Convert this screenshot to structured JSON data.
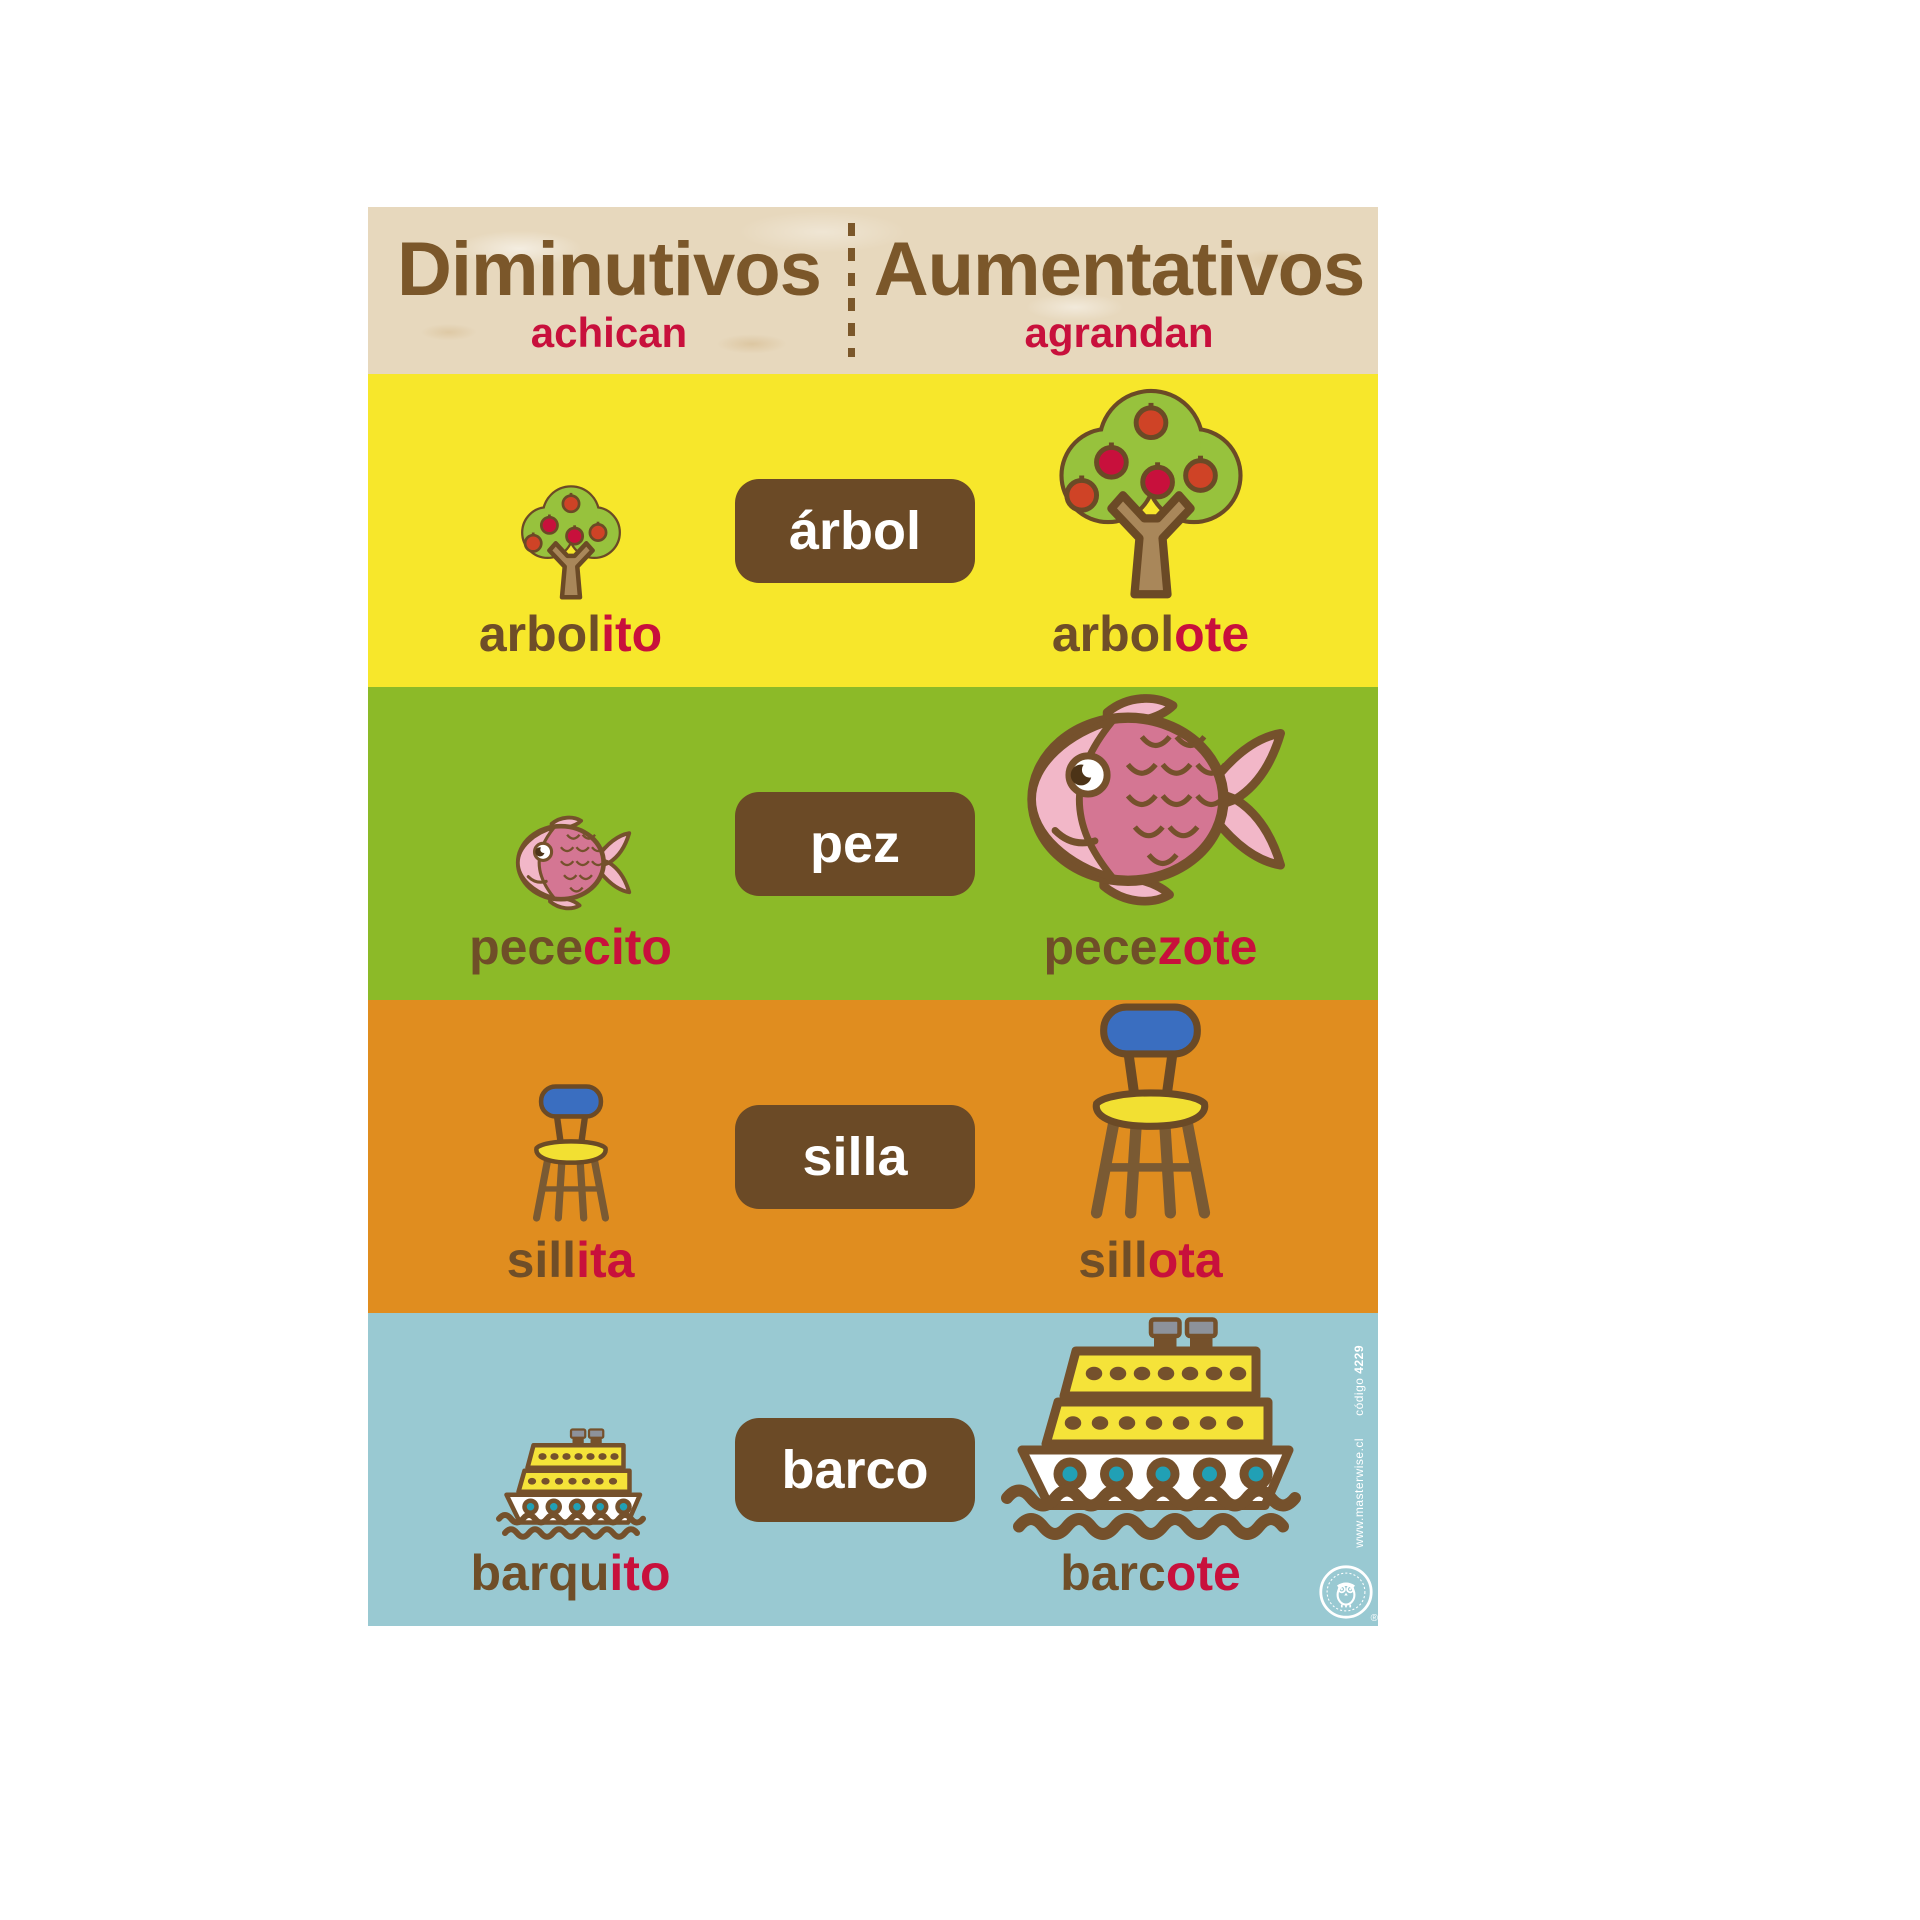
{
  "header": {
    "left": {
      "title": "Diminutivos",
      "subtitle": "achican"
    },
    "right": {
      "title": "Aumentativos",
      "subtitle": "agrandan"
    }
  },
  "rows": [
    {
      "name": "arbol",
      "background": "#f7e72b",
      "base_word": "árbol",
      "diminutive": {
        "stem": "arbol",
        "suffix": "ito"
      },
      "augmentative": {
        "stem": "arbol",
        "suffix": "ote"
      }
    },
    {
      "name": "pez",
      "background": "#8cba28",
      "base_word": "pez",
      "diminutive": {
        "stem": "pece",
        "suffix": "cito"
      },
      "augmentative": {
        "stem": "pece",
        "suffix": "zote"
      }
    },
    {
      "name": "silla",
      "background": "#e08d1f",
      "base_word": "silla",
      "diminutive": {
        "stem": "sill",
        "suffix": "ita"
      },
      "augmentative": {
        "stem": "sill",
        "suffix": "ota"
      }
    },
    {
      "name": "barco",
      "background": "#99c9d2",
      "base_word": "barco",
      "diminutive": {
        "stem": "barqu",
        "suffix": "ito"
      },
      "augmentative": {
        "stem": "barc",
        "suffix": "ote"
      }
    }
  ],
  "icons": {
    "row0_small": "small-apple-tree-icon",
    "row0_big": "big-apple-tree-icon",
    "row1_small": "small-fish-icon",
    "row1_big": "big-fish-icon",
    "row2_small": "small-chair-icon",
    "row2_big": "big-chair-icon",
    "row3_small": "small-boat-icon",
    "row3_big": "big-ship-icon",
    "footer_logo": "masterwise-owl-logo"
  },
  "footer": {
    "website": "www.masterwise.cl",
    "code_label": "código",
    "code_number": "4229",
    "registered": "®"
  },
  "colors": {
    "kraft": "#e7d8bd",
    "title_brown": "#7b572a",
    "accent_red": "#c8103c",
    "badge_brown": "#6b4a26",
    "stem_brown": "#6f4e28",
    "outline_brown": "#75512c",
    "row_yellow": "#f7e72b",
    "row_green": "#8cba28",
    "row_orange": "#e08d1f",
    "row_blue": "#99c9d2",
    "badge_text": "#ffffff"
  }
}
